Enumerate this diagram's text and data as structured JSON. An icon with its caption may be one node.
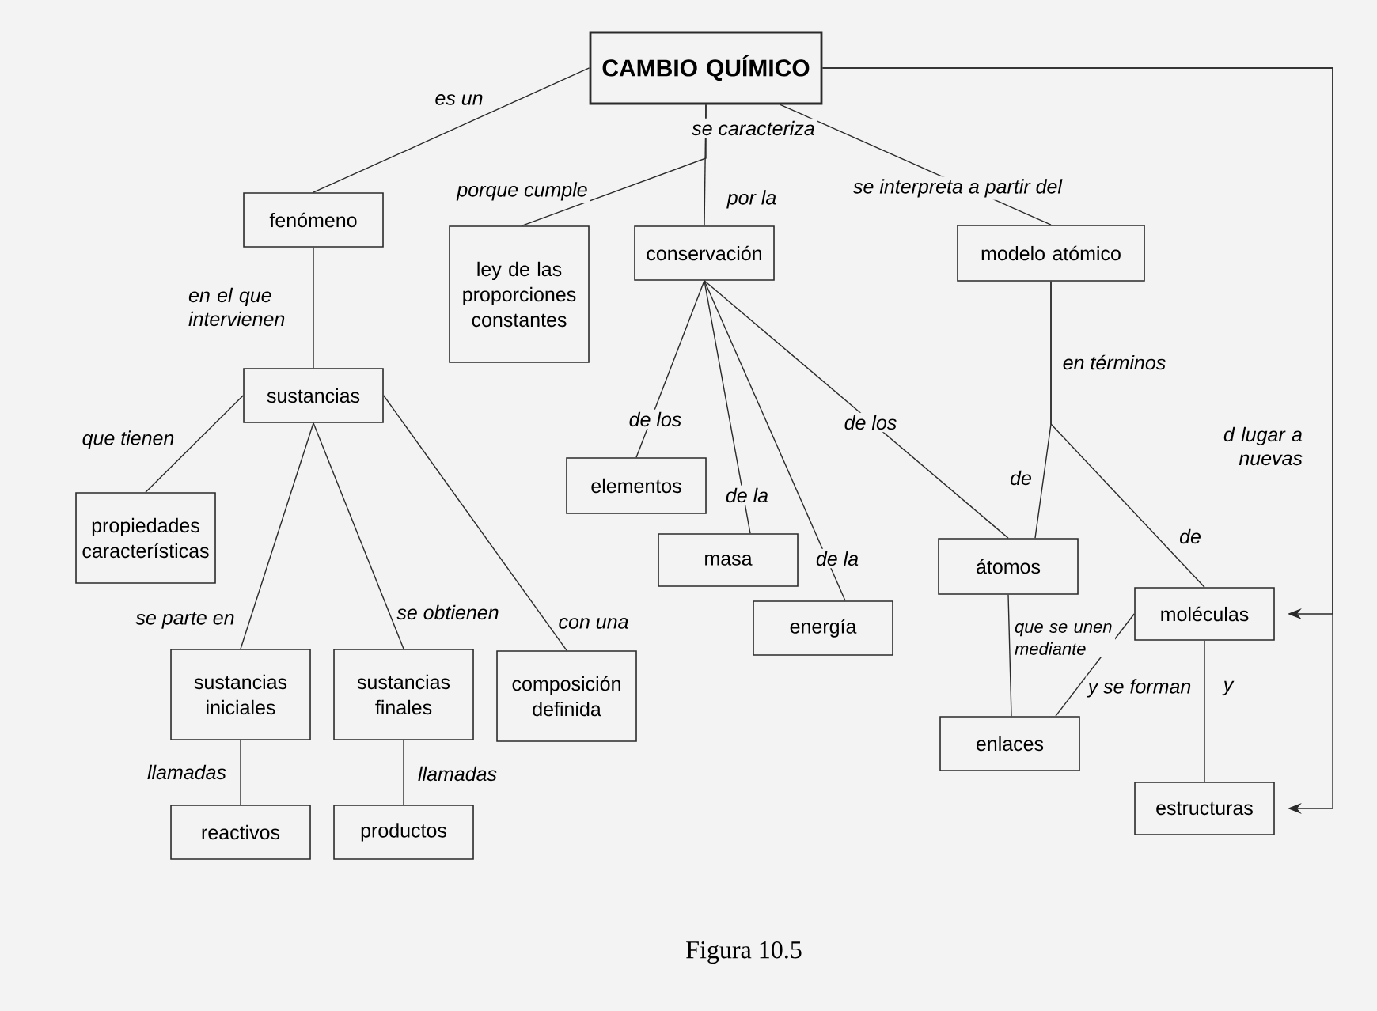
{
  "diagram": {
    "caption": "Figura 10.5",
    "nodes": [
      {
        "text": [
          "CAMBIO QUÍMICO"
        ]
      },
      {
        "text": [
          "fenómeno"
        ]
      },
      {
        "text": [
          "ley de las proporciones constantes"
        ]
      },
      {
        "text": [
          "conservación"
        ]
      },
      {
        "text": [
          "modelo atómico"
        ]
      },
      {
        "text": [
          "sustancias"
        ]
      },
      {
        "text": [
          "propiedades características"
        ]
      },
      {
        "text": [
          "elementos"
        ]
      },
      {
        "text": [
          "masa"
        ]
      },
      {
        "text": [
          "energía"
        ]
      },
      {
        "text": [
          "átomos"
        ]
      },
      {
        "text": [
          "moléculas"
        ]
      },
      {
        "text": [
          "sustancias iniciales"
        ]
      },
      {
        "text": [
          "sustancias finales"
        ]
      },
      {
        "text": [
          "composición definida"
        ]
      },
      {
        "text": [
          "enlaces"
        ]
      },
      {
        "text": [
          "reactivos"
        ]
      },
      {
        "text": [
          "productos"
        ]
      },
      {
        "text": [
          "estructuras"
        ]
      }
    ],
    "edges": [
      {
        "from": 0,
        "to": 1,
        "arrow": "none",
        "label": "es un"
      },
      {
        "from": 0,
        "to": 2,
        "arrow": "none",
        "label": "porque cumple"
      },
      {
        "from": 0,
        "to": 3,
        "arrow": "none",
        "label": "por la"
      },
      {
        "from": 0,
        "to": 4,
        "arrow": "none",
        "label": "se interpreta a partir del"
      },
      {
        "from": 1,
        "to": 5,
        "arrow": "none",
        "label": "en el que intervienen"
      },
      {
        "from": 5,
        "to": 6,
        "arrow": "none",
        "label": "que tienen"
      },
      {
        "from": 5,
        "to": 12,
        "arrow": "none",
        "label": "se parte en"
      },
      {
        "from": 5,
        "to": 13,
        "arrow": "none",
        "label": "se obtienen"
      },
      {
        "from": 5,
        "to": 14,
        "arrow": "none",
        "label": "con una"
      },
      {
        "from": 12,
        "to": 16,
        "arrow": "none",
        "label": "llamadas"
      },
      {
        "from": 13,
        "to": 17,
        "arrow": "none",
        "label": "llamadas"
      },
      {
        "from": 3,
        "to": 7,
        "arrow": "none",
        "label": "de los"
      },
      {
        "from": 3,
        "to": 8,
        "arrow": "none",
        "label": "de la"
      },
      {
        "from": 3,
        "to": 9,
        "arrow": "none",
        "label": "de la"
      },
      {
        "from": 3,
        "to": 10,
        "arrow": "none",
        "label": "de los"
      },
      {
        "from": 4,
        "to": 10,
        "arrow": "none",
        "label": "de"
      },
      {
        "from": 4,
        "to": 11,
        "arrow": "none",
        "label": "de"
      },
      {
        "from": 10,
        "to": 15,
        "arrow": "none",
        "label": "que se unen mediante"
      },
      {
        "from": 15,
        "to": 11,
        "arrow": "none",
        "label": "y se forman"
      },
      {
        "from": 11,
        "to": 18,
        "arrow": "none",
        "label": "y"
      },
      {
        "from": 0,
        "to": 11,
        "arrow": "to",
        "label": "d lugar a nuevas"
      },
      {
        "from": 0,
        "to": 18,
        "arrow": "to"
      }
    ],
    "labels": [
      "se caracteriza",
      "en términos"
    ]
  }
}
